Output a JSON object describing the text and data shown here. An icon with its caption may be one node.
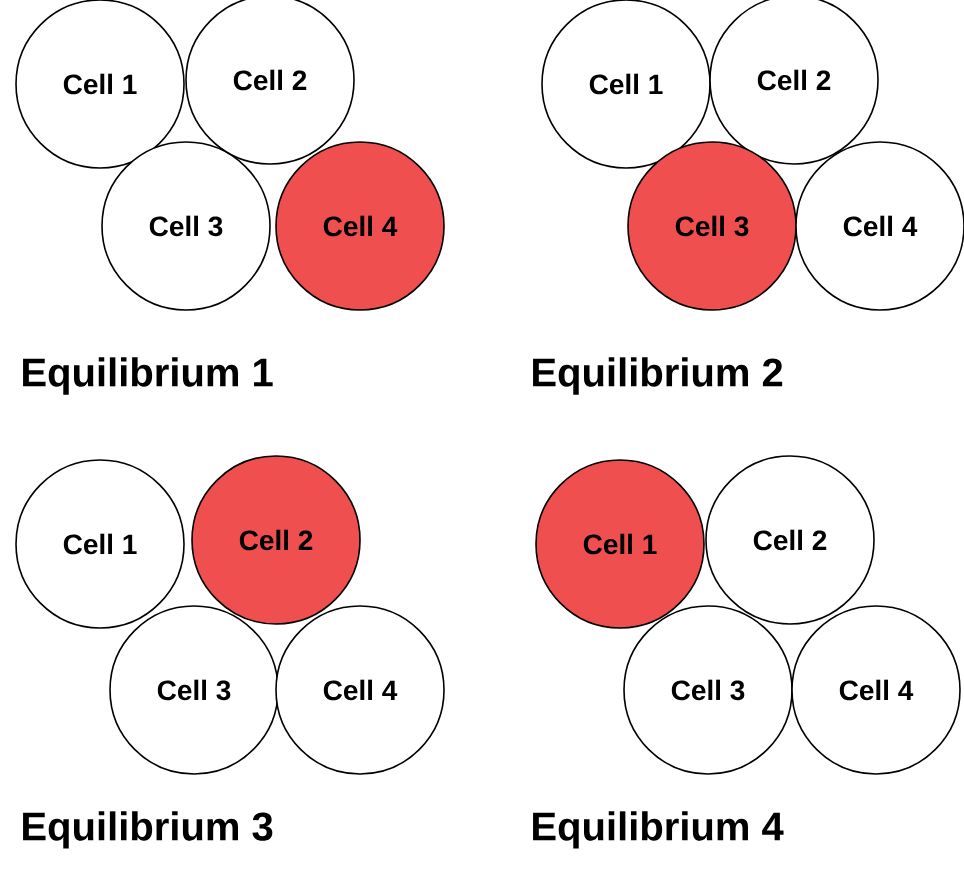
{
  "diagram": {
    "nodes": [
      {
        "text": [
          "Cell 1"
        ]
      },
      {
        "text": [
          "Cell 2"
        ]
      },
      {
        "text": [
          "Cell 3"
        ]
      },
      {
        "text": [
          "Cell 4"
        ]
      },
      {
        "text": [
          "Cell 1"
        ]
      },
      {
        "text": [
          "Cell 2"
        ]
      },
      {
        "text": [
          "Cell 3"
        ]
      },
      {
        "text": [
          "Cell 4"
        ]
      },
      {
        "text": [
          "Cell 1"
        ]
      },
      {
        "text": [
          "Cell 2"
        ]
      },
      {
        "text": [
          "Cell 3"
        ]
      },
      {
        "text": [
          "Cell 4"
        ]
      },
      {
        "text": [
          "Cell 1"
        ]
      },
      {
        "text": [
          "Cell 2"
        ]
      },
      {
        "text": [
          "Cell 3"
        ]
      },
      {
        "text": [
          "Cell 4"
        ]
      }
    ],
    "labels": [
      "Equilibrium 1",
      "Equilibrium 2",
      "Equilibrium 3",
      "Equilibrium 4"
    ]
  }
}
